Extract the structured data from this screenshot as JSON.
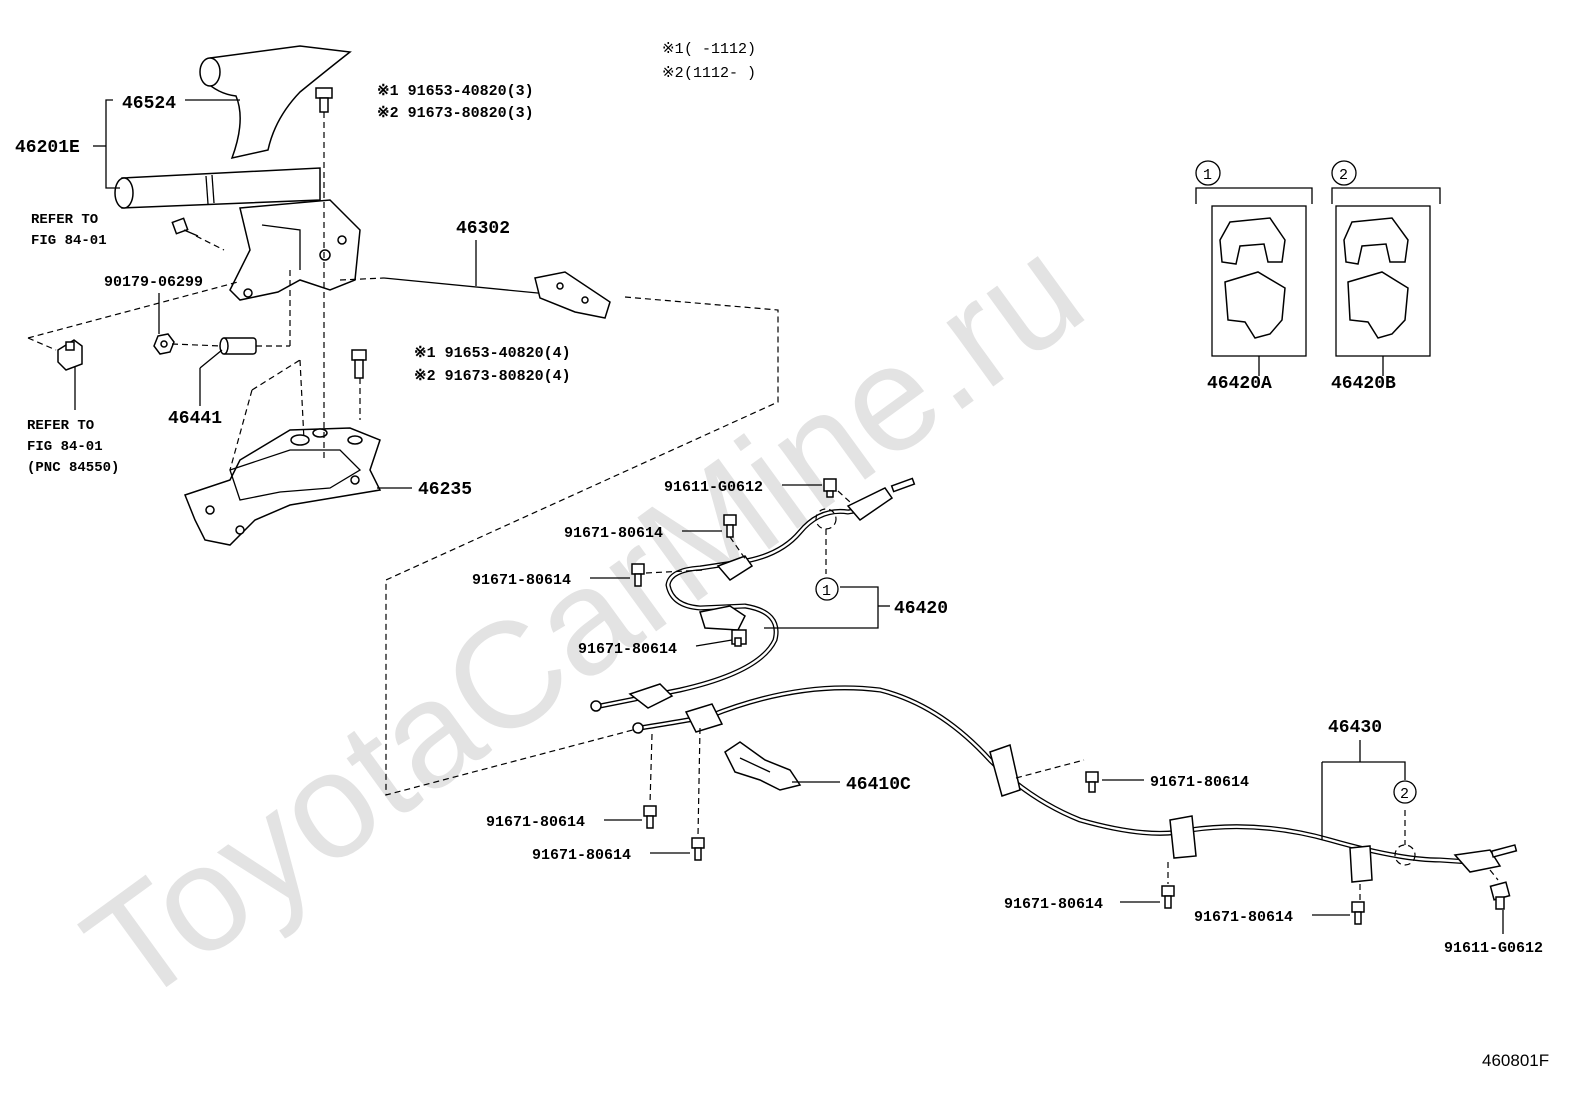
{
  "watermark": "ToyotaCarMine.ru",
  "figure_id": "460801F",
  "version_notes": [
    {
      "marker": "※1",
      "range": "(      -1112)"
    },
    {
      "marker": "※2",
      "range": "(1112-      )"
    }
  ],
  "parts": {
    "p46524": "46524",
    "p46201E": "46201E",
    "p46302": "46302",
    "p90179": "90179-06299",
    "p46441": "46441",
    "p46235": "46235",
    "p46420": "46420",
    "p46420A": "46420A",
    "p46420B": "46420B",
    "p46410C": "46410C",
    "p46430": "46430"
  },
  "bolt_notes_top": [
    "※1 91653-40820(3)",
    "※2 91673-80820(3)"
  ],
  "bolt_notes_mid": [
    "※1 91653-40820(4)",
    "※2 91673-80820(4)"
  ],
  "references": {
    "ref1": [
      "REFER TO",
      "FIG 84-01"
    ],
    "ref2": [
      "REFER TO",
      "FIG 84-01",
      "(PNC 84550)"
    ]
  },
  "fasteners": {
    "f1": "91611-G0612",
    "f2": "91671-80614",
    "f3": "91671-80614",
    "f4": "91671-80614",
    "f5": "91671-80614",
    "f6": "91671-80614",
    "f7": "91671-80614",
    "f8": "91671-80614",
    "f9": "91671-80614",
    "f10": "91611-G0612"
  },
  "circle_markers": {
    "c1": "1",
    "c2": "2",
    "c3": "1",
    "c4": "2"
  }
}
